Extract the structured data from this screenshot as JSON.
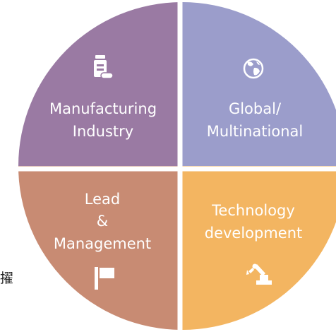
{
  "colors": {
    "manufacturing": "#9a7aa3",
    "global": "#9b9dcb",
    "lead": "#c88b73",
    "technology": "#f3b561",
    "separator": "#ffffff"
  },
  "quadrants": {
    "manufacturing": {
      "line1": "Manufacturing",
      "line2": "Industry",
      "icon": "medicine-bottle-icon"
    },
    "global": {
      "line1": "Global/",
      "line2": "Multinational",
      "icon": "globe-icon"
    },
    "lead": {
      "line1": "Lead",
      "line2": "&",
      "line3": "Management",
      "icon": "flag-icon"
    },
    "technology": {
      "line1": "Technology",
      "line2": "development",
      "icon": "robot-arm-icon"
    }
  },
  "side_text": "擢"
}
